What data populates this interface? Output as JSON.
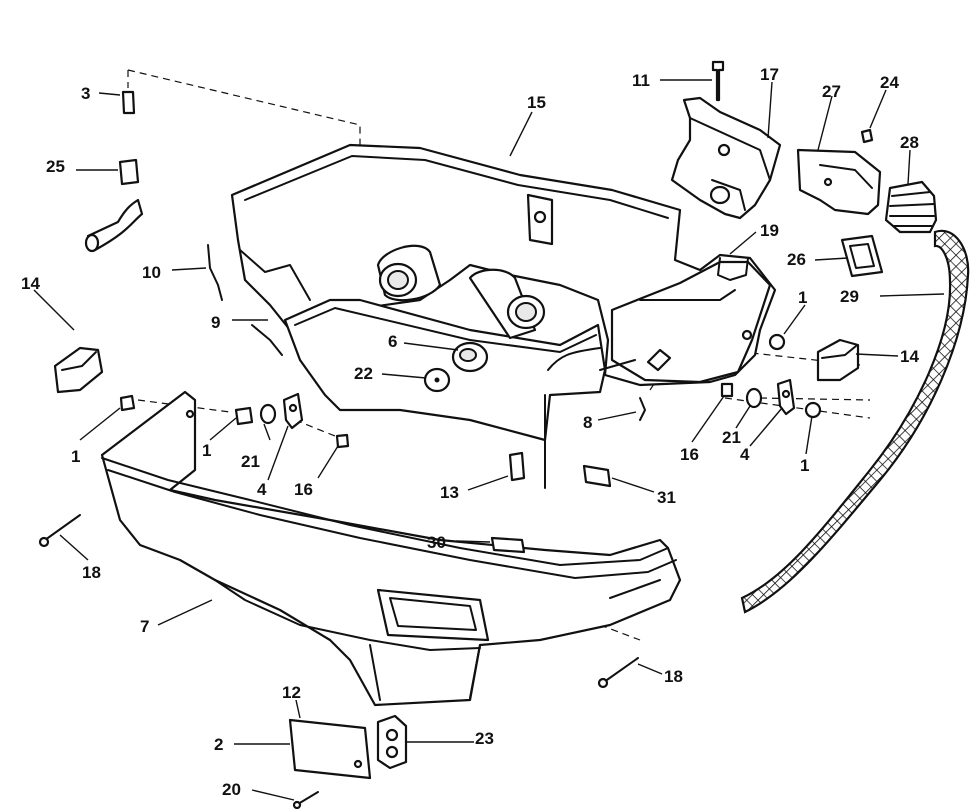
{
  "diagram": {
    "callouts": [
      {
        "id": "c3",
        "text": "3"
      },
      {
        "id": "c25",
        "text": "25"
      },
      {
        "id": "c10",
        "text": "10"
      },
      {
        "id": "c14a",
        "text": "14"
      },
      {
        "id": "c9",
        "text": "9"
      },
      {
        "id": "c1a",
        "text": "1"
      },
      {
        "id": "c1b",
        "text": "1"
      },
      {
        "id": "c21a",
        "text": "21"
      },
      {
        "id": "c4a",
        "text": "4"
      },
      {
        "id": "c16a",
        "text": "16"
      },
      {
        "id": "c18a",
        "text": "18"
      },
      {
        "id": "c7",
        "text": "7"
      },
      {
        "id": "c12",
        "text": "12"
      },
      {
        "id": "c2",
        "text": "2"
      },
      {
        "id": "c20",
        "text": "20"
      },
      {
        "id": "c23",
        "text": "23"
      },
      {
        "id": "c15",
        "text": "15"
      },
      {
        "id": "c6",
        "text": "6"
      },
      {
        "id": "c22",
        "text": "22"
      },
      {
        "id": "c13",
        "text": "13"
      },
      {
        "id": "c30",
        "text": "30"
      },
      {
        "id": "c8",
        "text": "8"
      },
      {
        "id": "c11",
        "text": "11"
      },
      {
        "id": "c17",
        "text": "17"
      },
      {
        "id": "c27",
        "text": "27"
      },
      {
        "id": "c24",
        "text": "24"
      },
      {
        "id": "c28",
        "text": "28"
      },
      {
        "id": "c19",
        "text": "19"
      },
      {
        "id": "c26",
        "text": "26"
      },
      {
        "id": "c29",
        "text": "29"
      },
      {
        "id": "c1c",
        "text": "1"
      },
      {
        "id": "c14b",
        "text": "14"
      },
      {
        "id": "c16b",
        "text": "16"
      },
      {
        "id": "c21b",
        "text": "21"
      },
      {
        "id": "c4b",
        "text": "4"
      },
      {
        "id": "c1d",
        "text": "1"
      },
      {
        "id": "c31",
        "text": "31"
      },
      {
        "id": "c18b",
        "text": "18"
      }
    ]
  }
}
